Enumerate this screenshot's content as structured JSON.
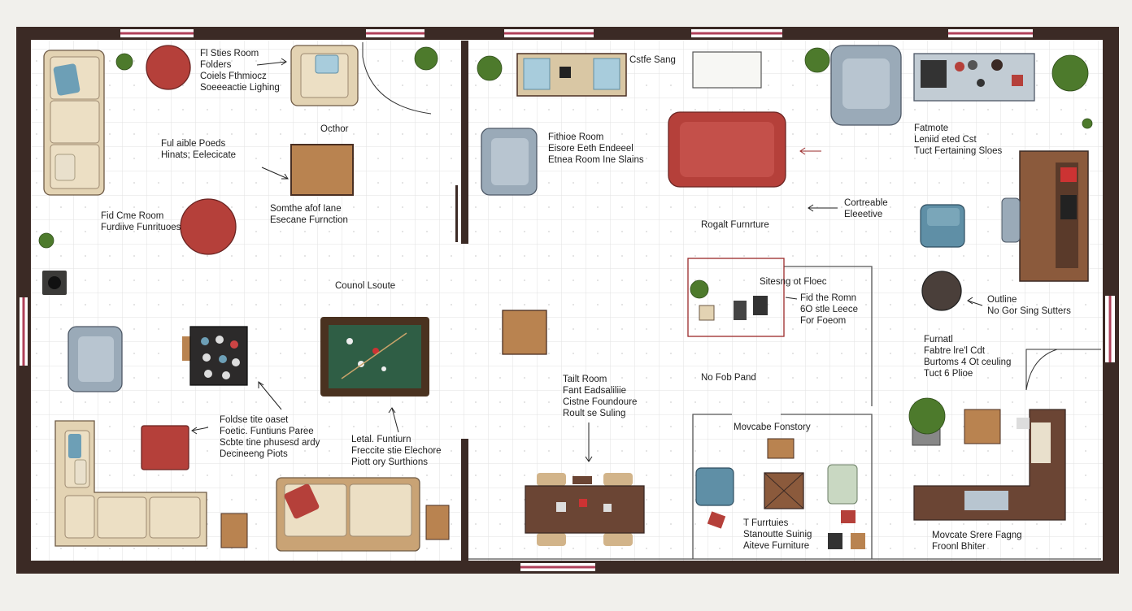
{
  "labels": {
    "l1": "Fl Sties Room\nFolders\nCoiels Fthmiocz\nSoeeeactie Lighing",
    "l2": "Octhor",
    "l3": "Ful aible Poeds\nHinats; Eelecicate",
    "l4": "Fid Cme Room\nFurdiive Funrituoes",
    "l5": "Somthe afof Iane\nEsecane Furnction",
    "l6": "Counol Lsoute",
    "l7": "Foldse tite oaset\nFoetic. Funtiuns Paree\nScbte tine phusesd ardy\nDecineeng Piots",
    "l8": "Letal. Funtiurn\nFreccite stie Elechore\nPiott ory Surthions",
    "l9": "Cstfe Sang",
    "l10": "Fithioe Room\nEisore Eeth Endeeel\nEtnea Room Ine Slains",
    "l11": "Cortreable\nEleeetive",
    "l12": "Rogalt Furnrture",
    "l13": "Sitesng ot Floec",
    "l14": "Fid the Romn\n6O stle Leece\nFor Foeom",
    "l15": "No Fob Pand",
    "l16": "Tailt Room\nFant Eadsaliliie\nCistne Foundoure\nRoult se Suling",
    "l17": "Movcabe Fonstory",
    "l18": "T Furrtuies\nStanoutte Suinig\nAiteve Furniture",
    "l19": "Fatmote\nLeniid eted Cst\nTuct Fertaining Sloes",
    "l20": "Outline\nNo Gor Sing Sutters",
    "l21": "Furnatl\nFabtre lre'l Cdt\nBurtoms 4 Ot ceuling\nTuct 6 Plioe",
    "l22": "Movcate Srere Fagng\nFroonl Bhiter"
  },
  "colors": {
    "wall": "#3b2a25",
    "window": "#b0405a",
    "sofa": "#e3d3b3",
    "wood": "#b98350",
    "red": "#b5403a",
    "teal": "#5f8fa6",
    "green_felt": "#2f5e45",
    "chair_grey": "#9aaab8",
    "dark_wood": "#6b4534",
    "plant": "#4d7a2c",
    "grid": "#e4e4e4"
  }
}
